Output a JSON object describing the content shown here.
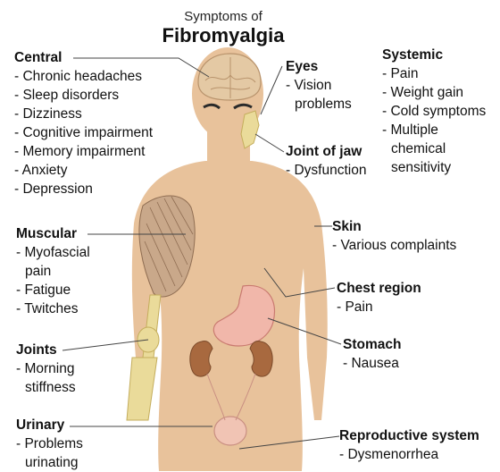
{
  "title": {
    "small": "Symptoms of",
    "big": "Fibromyalgia"
  },
  "groups": {
    "central": {
      "heading": "Central",
      "items": [
        "- Chronic headaches",
        "- Sleep disorders",
        "- Dizziness",
        "- Cognitive impairment",
        "- Memory impairment",
        "- Anxiety",
        "- Depression"
      ]
    },
    "eyes": {
      "heading": "Eyes",
      "items": [
        "- Vision",
        "problems"
      ]
    },
    "systemic": {
      "heading": "Systemic",
      "items": [
        "- Pain",
        "- Weight gain",
        "- Cold symptoms",
        "- Multiple",
        "chemical",
        "sensitivity"
      ]
    },
    "jaw": {
      "heading": "Joint of jaw",
      "items": [
        "- Dysfunction"
      ]
    },
    "skin": {
      "heading": "Skin",
      "items": [
        "- Various complaints"
      ]
    },
    "muscular": {
      "heading": "Muscular",
      "items": [
        "- Myofascial",
        "pain",
        "- Fatigue",
        "- Twitches"
      ]
    },
    "chest": {
      "heading": "Chest region",
      "items": [
        "- Pain"
      ]
    },
    "stomach": {
      "heading": "Stomach",
      "items": [
        "- Nausea"
      ]
    },
    "joints": {
      "heading": "Joints",
      "items": [
        "- Morning",
        "stiffness"
      ]
    },
    "urinary": {
      "heading": "Urinary",
      "items": [
        "- Problems",
        "urinating"
      ]
    },
    "reproductive": {
      "heading": "Reproductive system",
      "items": [
        "- Dysmenorrhea"
      ]
    }
  },
  "colors": {
    "skin": "#e8c29b",
    "muscle": "#c9a88a",
    "bone": "#eadb9a",
    "stomach": "#f1b7aa",
    "kidney": "#a8693f",
    "line": "#444444"
  }
}
